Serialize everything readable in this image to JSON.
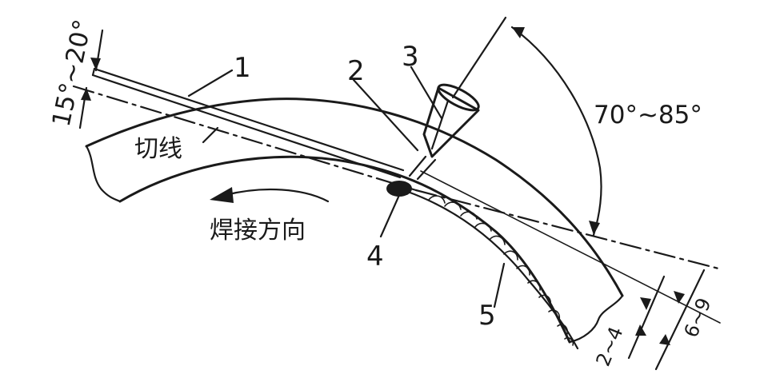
{
  "labels": {
    "filler_rod": "1",
    "nozzle_tip": "2",
    "torch": "3",
    "weld_pool": "4",
    "weld_bead": "5"
  },
  "text": {
    "tangent": "切线",
    "welding_direction": "焊接方向",
    "rod_angle": "15°~20°",
    "torch_angle": "70°~85°",
    "dim_small": "2~4",
    "dim_large": "6~9"
  }
}
